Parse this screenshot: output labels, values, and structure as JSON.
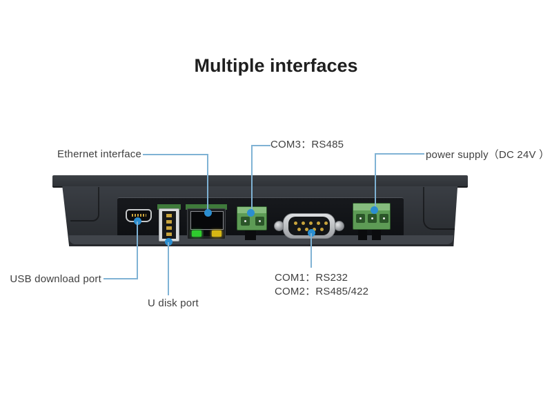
{
  "title": "Multiple interfaces",
  "callouts": {
    "ethernet": {
      "label": "Ethernet interface"
    },
    "com3": {
      "label": "COM3：RS485"
    },
    "power": {
      "label": "power supply（DC 24V ）"
    },
    "usb_download": {
      "label": "USB download port"
    },
    "u_disk": {
      "label": "U disk port"
    },
    "com1": {
      "label": "COM1：RS232"
    },
    "com2": {
      "label": "COM2：RS485/422"
    }
  },
  "ports": [
    "mini-usb",
    "usb-a",
    "rj45-ethernet",
    "com3-rs485-terminal",
    "db9-serial",
    "power-terminal"
  ],
  "colors": {
    "callout_line": "#7fb2d4",
    "callout_dot": "#2b8ed0",
    "title_color": "#1f1f1f",
    "label_color": "#3f3f3f",
    "device_body": "#33373c",
    "device_bottom": "#41454b",
    "recess": "#121418",
    "terminal_green": "#5d9b55",
    "pcb_green": "#3f7a3b",
    "led_green": "#2ecc2e",
    "led_yellow": "#d6b714",
    "metal_silver": "#d6d8da"
  }
}
